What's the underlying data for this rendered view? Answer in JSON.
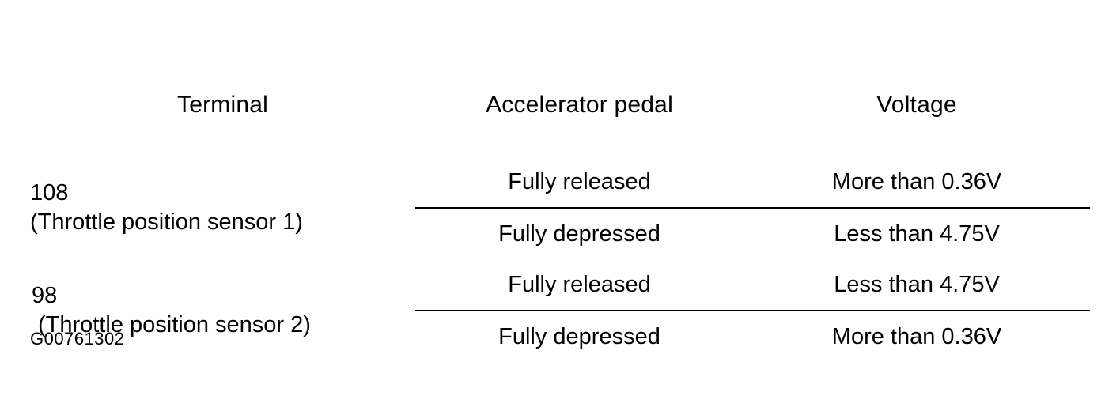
{
  "table": {
    "columns": [
      "Terminal",
      "Accelerator pedal",
      "Voltage"
    ],
    "groups": [
      {
        "terminal_number": "108",
        "terminal_description": "(Throttle position sensor 1)",
        "rows": [
          {
            "pedal": "Fully released",
            "voltage": "More than 0.36V"
          },
          {
            "pedal": "Fully depressed",
            "voltage": "Less than 4.75V"
          }
        ]
      },
      {
        "terminal_number": "98",
        "terminal_description": "(Throttle position sensor 2)",
        "rows": [
          {
            "pedal": "Fully released",
            "voltage": "Less than 4.75V"
          },
          {
            "pedal": "Fully depressed",
            "voltage": "More than 0.36V"
          }
        ]
      }
    ]
  },
  "caption": "G00761302",
  "colors": {
    "ink": "#000000",
    "paper": "#ffffff"
  }
}
